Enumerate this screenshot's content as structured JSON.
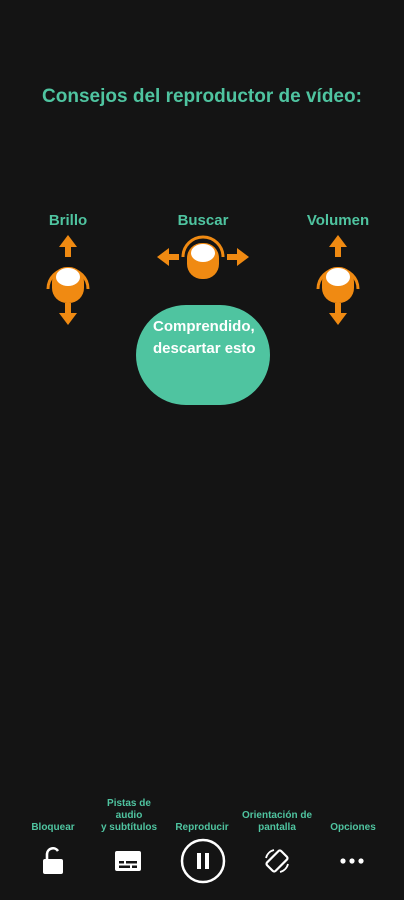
{
  "title": "Consejos del reproductor de vídeo:",
  "gestures": {
    "brillo": "Brillo",
    "buscar": "Buscar",
    "volumen": "Volumen"
  },
  "dismiss_label": "Comprendido, descartar esto",
  "controls": {
    "bloquear": "Bloquear",
    "pistas": "Pistas de\naudio\ny subtítulos",
    "reproducir": "Reproducir",
    "orientacion": "Orientación de\npantalla",
    "opciones": "Opciones"
  },
  "icons": {
    "lock": "lock-icon",
    "subtitles": "subtitles-icon",
    "pause": "pause-icon",
    "rotate": "screen-rotation-icon",
    "more": "more-horiz-icon"
  },
  "colors": {
    "accent": "#4fc4a0",
    "gesture": "#f08a12",
    "background": "#141414"
  }
}
